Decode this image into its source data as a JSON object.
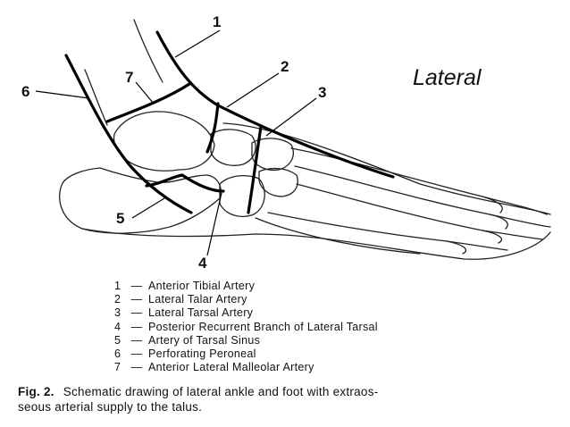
{
  "figure": {
    "view_label": "Lateral",
    "callouts": [
      "1",
      "2",
      "3",
      "4",
      "5",
      "6",
      "7"
    ]
  },
  "legend": [
    {
      "number": "1",
      "text": "Anterior Tibial Artery"
    },
    {
      "number": "2",
      "text": "Lateral Talar Artery"
    },
    {
      "number": "3",
      "text": "Lateral Tarsal Artery"
    },
    {
      "number": "4",
      "text": "Posterior Recurrent Branch of Lateral Tarsal"
    },
    {
      "number": "5",
      "text": "Artery of Tarsal Sinus"
    },
    {
      "number": "6",
      "text": "Perforating Peroneal"
    },
    {
      "number": "7",
      "text": "Anterior Lateral Malleolar Artery"
    }
  ],
  "legend_separator": "—",
  "caption": {
    "label": "Fig. 2.",
    "line1": "Schematic drawing of lateral ankle and foot with extraos-",
    "line2": "seous arterial supply to the talus."
  }
}
